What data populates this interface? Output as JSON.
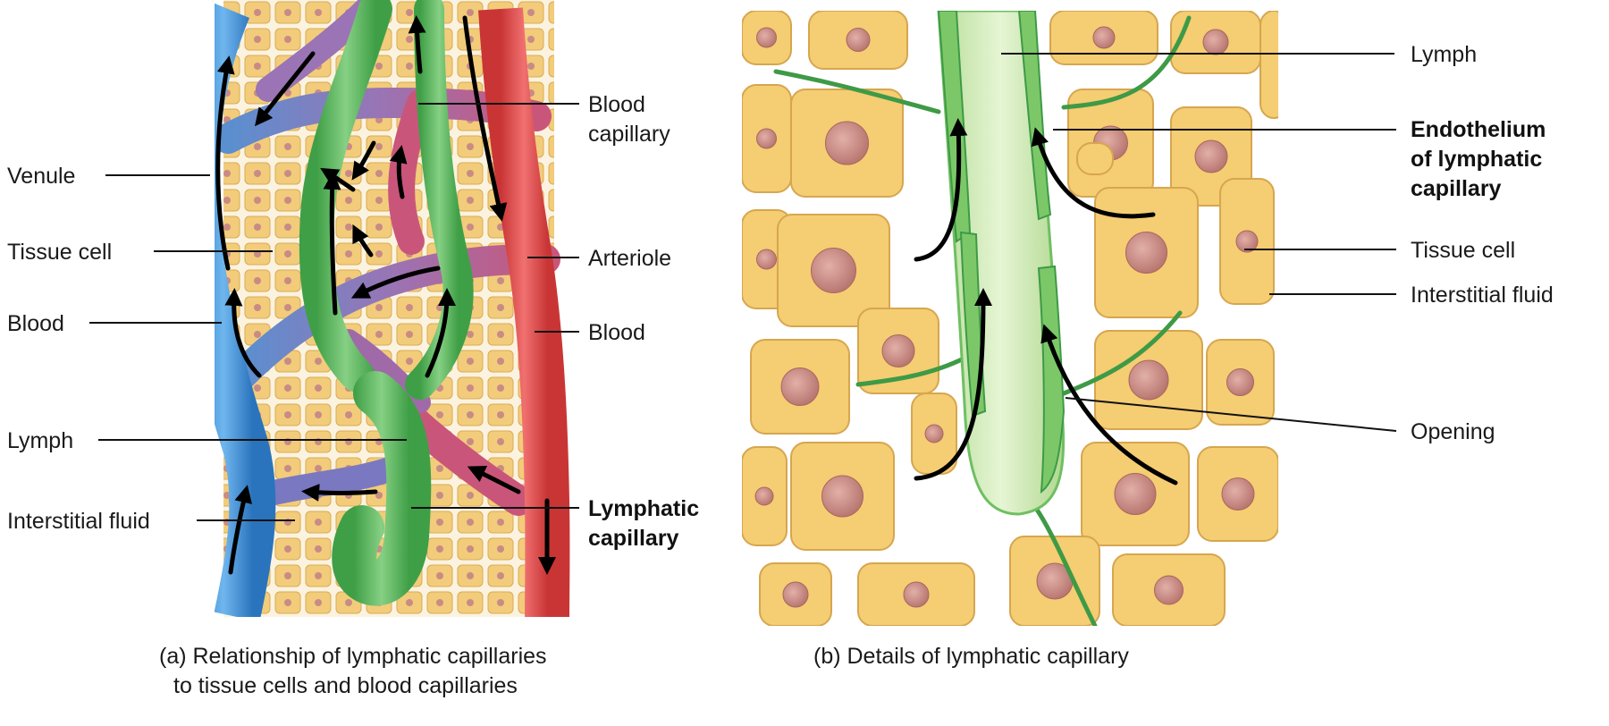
{
  "panel_a": {
    "labels": {
      "venule": "Venule",
      "tissue_cell": "Tissue cell",
      "blood_left": "Blood",
      "lymph": "Lymph",
      "interstitial_fluid": "Interstitial fluid",
      "blood_capillary_1": "Blood",
      "blood_capillary_2": "capillary",
      "arteriole": "Arteriole",
      "blood_right": "Blood",
      "lymphatic_capillary_1": "Lymphatic",
      "lymphatic_capillary_2": "capillary"
    },
    "caption_line1": "(a) Relationship of lymphatic capillaries",
    "caption_line2": "to tissue cells and blood capillaries"
  },
  "panel_b": {
    "labels": {
      "lymph": "Lymph",
      "endothelium_1": "Endothelium",
      "endothelium_2": "of lymphatic",
      "endothelium_3": "capillary",
      "tissue_cell": "Tissue cell",
      "interstitial_fluid": "Interstitial fluid",
      "opening": "Opening"
    },
    "caption": "(b) Details of lymphatic capillary"
  },
  "colors": {
    "venule_blue": "#3a8fd6",
    "arteriole_red": "#e04848",
    "lymphatic_green": "#5cb85c",
    "capillary_purple": "#a06aa8",
    "tissue_cell_tan": "#f5cd72",
    "nucleus_pink": "#c98b86"
  }
}
